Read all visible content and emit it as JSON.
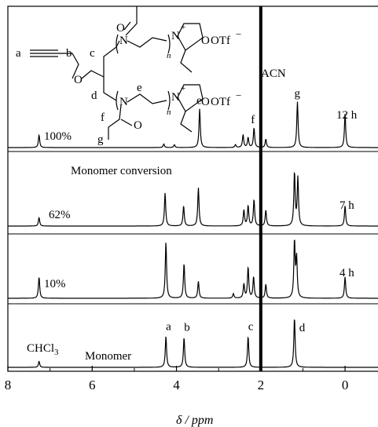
{
  "chart_data": {
    "type": "line",
    "xlabel": "δ / ppm",
    "xlim": [
      8,
      -0.8
    ],
    "x_direction": "descending",
    "xticks": [
      8,
      6,
      4,
      2,
      0
    ],
    "grid": false,
    "stacked_panels": [
      {
        "time": "12 h",
        "conversion": "100%",
        "peaks": [
          {
            "x": 7.26,
            "h": 0.18
          },
          {
            "x": 4.3,
            "h": 0.05
          },
          {
            "x": 4.05,
            "h": 0.04
          },
          {
            "x": 3.45,
            "h": 0.55,
            "label": "e"
          },
          {
            "x": 2.6,
            "h": 0.04
          },
          {
            "x": 2.42,
            "h": 0.18
          },
          {
            "x": 2.3,
            "h": 0.14
          },
          {
            "x": 2.16,
            "h": 0.28,
            "label": "f"
          },
          {
            "x": 1.88,
            "h": 0.12
          },
          {
            "x": 1.13,
            "h": 0.65,
            "label": "g"
          },
          {
            "x": 0.0,
            "h": 0.48
          }
        ]
      },
      {
        "time": "7 h",
        "conversion": "62%",
        "peaks": [
          {
            "x": 7.26,
            "h": 0.16
          },
          {
            "x": 4.27,
            "h": 0.62
          },
          {
            "x": 3.83,
            "h": 0.38
          },
          {
            "x": 3.48,
            "h": 0.72
          },
          {
            "x": 2.4,
            "h": 0.3
          },
          {
            "x": 2.3,
            "h": 0.38
          },
          {
            "x": 2.16,
            "h": 0.5
          },
          {
            "x": 1.88,
            "h": 0.3
          },
          {
            "x": 1.2,
            "h": 1.0
          },
          {
            "x": 1.12,
            "h": 0.9
          },
          {
            "x": 0.0,
            "h": 0.38
          }
        ]
      },
      {
        "time": "4 h",
        "conversion": "10%",
        "peaks": [
          {
            "x": 7.26,
            "h": 0.38
          },
          {
            "x": 4.25,
            "h": 1.0
          },
          {
            "x": 3.82,
            "h": 0.62
          },
          {
            "x": 3.48,
            "h": 0.3
          },
          {
            "x": 2.65,
            "h": 0.08
          },
          {
            "x": 2.4,
            "h": 0.25
          },
          {
            "x": 2.3,
            "h": 0.55
          },
          {
            "x": 2.17,
            "h": 0.38
          },
          {
            "x": 1.88,
            "h": 0.25
          },
          {
            "x": 1.2,
            "h": 1.0
          },
          {
            "x": 1.15,
            "h": 0.7
          },
          {
            "x": 0.0,
            "h": 0.38
          }
        ]
      },
      {
        "time": "",
        "conversion": "",
        "peaks": [
          {
            "x": 7.26,
            "h": 0.12
          },
          {
            "x": 4.25,
            "h": 0.62,
            "label": "a"
          },
          {
            "x": 3.82,
            "h": 0.6,
            "label": "b"
          },
          {
            "x": 2.3,
            "h": 0.62,
            "label": "c"
          },
          {
            "x": 1.2,
            "h": 1.0,
            "label": "d"
          }
        ]
      }
    ],
    "solvent_peak": {
      "x": 2.0,
      "label": "ACN"
    },
    "annotations": {
      "monomer_conversion": "Monomer conversion",
      "monomer": "Monomer",
      "chcl3_base": "CHCl",
      "chcl3_sub": "3"
    }
  },
  "structure": {
    "label_a": "a",
    "label_b": "b",
    "label_c": "c",
    "label_d": "d",
    "label_e": "e",
    "label_f": "f",
    "label_g": "g",
    "n": "n",
    "n_lower": "n",
    "n_atom": "N",
    "n_atom_lower": "N",
    "n_plus": "N",
    "n_plus_lower": "N",
    "plus": "+",
    "plus_lower": "+",
    "o_ether": "O",
    "o_ring": "O",
    "o_ring_lower": "O",
    "o_carbonyl": "O",
    "o_carbonyl_lower": "O",
    "otf": "OTf",
    "otf_lower": "OTf",
    "minus": "−",
    "minus_lower": "−"
  }
}
